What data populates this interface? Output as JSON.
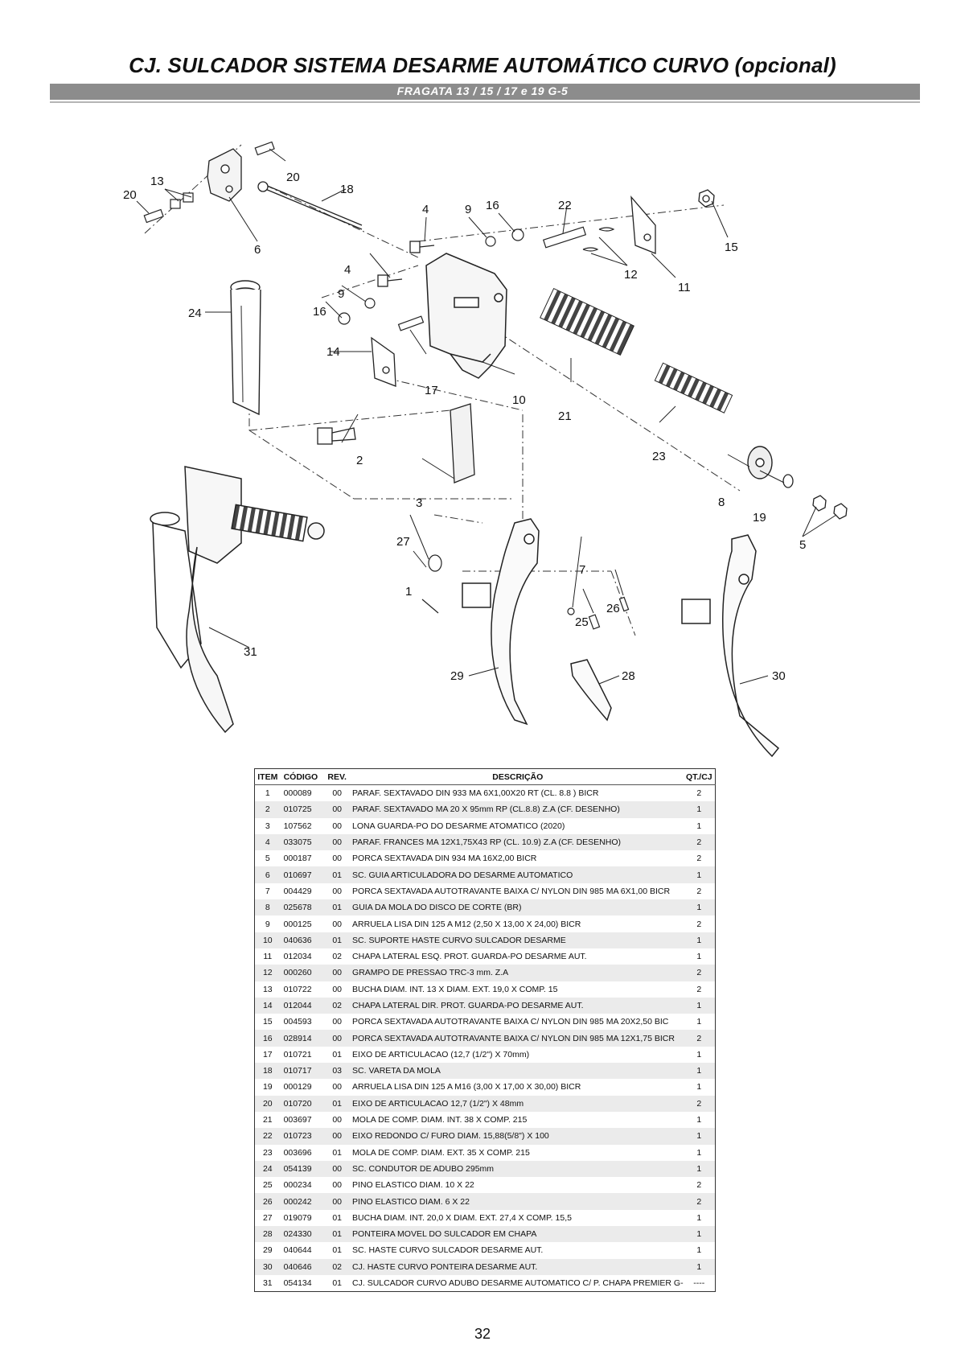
{
  "header": {
    "title": "CJ. SULCADOR SISTEMA DESARME AUTOMÁTICO CURVO (opcional)",
    "subtitle": "FRAGATA  13 / 15 / 17 e 19 G-5"
  },
  "diagram": {
    "callouts": [
      "1",
      "2",
      "3",
      "4",
      "4",
      "5",
      "6",
      "7",
      "8",
      "9",
      "9",
      "10",
      "11",
      "12",
      "13",
      "14",
      "15",
      "16",
      "16",
      "17",
      "18",
      "19",
      "20",
      "20",
      "21",
      "22",
      "23",
      "24",
      "25",
      "26",
      "27",
      "28",
      "29",
      "30",
      "31"
    ]
  },
  "table": {
    "columns": [
      "ITEM",
      "CÓDIGO",
      "REV.",
      "DESCRIÇÃO",
      "QT./CJ"
    ],
    "rows": [
      [
        "1",
        "000089",
        "00",
        "PARAF. SEXTAVADO DIN 933 MA 6X1,00X20 RT (CL. 8.8 ) BICR",
        "2"
      ],
      [
        "2",
        "010725",
        "00",
        "PARAF. SEXTAVADO MA 20 X 95mm RP (CL.8.8) Z.A (CF. DESENHO)",
        "1"
      ],
      [
        "3",
        "107562",
        "00",
        "LONA GUARDA-PO DO DESARME ATOMATICO (2020)",
        "1"
      ],
      [
        "4",
        "033075",
        "00",
        "PARAF. FRANCES MA 12X1,75X43 RP (CL. 10.9) Z.A (CF. DESENHO)",
        "2"
      ],
      [
        "5",
        "000187",
        "00",
        "PORCA SEXTAVADA DIN 934 MA 16X2,00 BICR",
        "2"
      ],
      [
        "6",
        "010697",
        "01",
        "SC. GUIA ARTICULADORA DO DESARME AUTOMATICO",
        "1"
      ],
      [
        "7",
        "004429",
        "00",
        "PORCA SEXTAVADA AUTOTRAVANTE BAIXA C/ NYLON DIN 985 MA 6X1,00 BICR",
        "2"
      ],
      [
        "8",
        "025678",
        "01",
        "GUIA DA MOLA DO DISCO DE CORTE (BR)",
        "1"
      ],
      [
        "9",
        "000125",
        "00",
        "ARRUELA LISA DIN 125 A M12 (2,50 X 13,00 X 24,00) BICR",
        "2"
      ],
      [
        "10",
        "040636",
        "01",
        "SC. SUPORTE HASTE CURVO SULCADOR DESARME",
        "1"
      ],
      [
        "11",
        "012034",
        "02",
        "CHAPA LATERAL ESQ. PROT. GUARDA-PO DESARME AUT.",
        "1"
      ],
      [
        "12",
        "000260",
        "00",
        "GRAMPO DE PRESSAO TRC-3 mm. Z.A",
        "2"
      ],
      [
        "13",
        "010722",
        "00",
        "BUCHA DIAM. INT. 13 X DIAM. EXT. 19,0 X COMP. 15",
        "2"
      ],
      [
        "14",
        "012044",
        "02",
        "CHAPA LATERAL DIR. PROT. GUARDA-PO DESARME AUT.",
        "1"
      ],
      [
        "15",
        "004593",
        "00",
        "PORCA SEXTAVADA AUTOTRAVANTE BAIXA C/ NYLON DIN 985 MA 20X2,50 BIC",
        "1"
      ],
      [
        "16",
        "028914",
        "00",
        "PORCA SEXTAVADA AUTOTRAVANTE BAIXA C/ NYLON DIN 985 MA 12X1,75 BICR",
        "2"
      ],
      [
        "17",
        "010721",
        "01",
        "EIXO DE ARTICULACAO (12,7 (1/2\") X 70mm)",
        "1"
      ],
      [
        "18",
        "010717",
        "03",
        "SC. VARETA DA MOLA",
        "1"
      ],
      [
        "19",
        "000129",
        "00",
        "ARRUELA LISA DIN 125 A M16 (3,00 X 17,00 X 30,00) BICR",
        "1"
      ],
      [
        "20",
        "010720",
        "01",
        "EIXO DE ARTICULACAO 12,7 (1/2\") X 48mm",
        "2"
      ],
      [
        "21",
        "003697",
        "00",
        "MOLA DE COMP. DIAM. INT. 38 X COMP. 215",
        "1"
      ],
      [
        "22",
        "010723",
        "00",
        "EIXO REDONDO C/ FURO DIAM. 15,88(5/8\") X 100",
        "1"
      ],
      [
        "23",
        "003696",
        "01",
        "MOLA DE COMP. DIAM. EXT. 35 X COMP. 215",
        "1"
      ],
      [
        "24",
        "054139",
        "00",
        "SC. CONDUTOR DE ADUBO 295mm",
        "1"
      ],
      [
        "25",
        "000234",
        "00",
        "PINO ELASTICO DIAM. 10 X 22",
        "2"
      ],
      [
        "26",
        "000242",
        "00",
        "PINO ELASTICO DIAM. 6 X 22",
        "2"
      ],
      [
        "27",
        "019079",
        "01",
        "BUCHA DIAM. INT. 20,0 X DIAM. EXT. 27,4 X COMP. 15,5",
        "1"
      ],
      [
        "28",
        "024330",
        "01",
        "PONTEIRA MOVEL DO SULCADOR EM CHAPA",
        "1"
      ],
      [
        "29",
        "040644",
        "01",
        "SC. HASTE CURVO SULCADOR DESARME AUT.",
        "1"
      ],
      [
        "30",
        "040646",
        "02",
        "CJ. HASTE CURVO PONTEIRA DESARME AUT.",
        "1"
      ],
      [
        "31",
        "054134",
        "01",
        "CJ. SULCADOR CURVO ADUBO DESARME AUTOMATICO C/ P. CHAPA PREMIER G-",
        "----"
      ]
    ]
  },
  "footer": {
    "page_number": "32"
  }
}
